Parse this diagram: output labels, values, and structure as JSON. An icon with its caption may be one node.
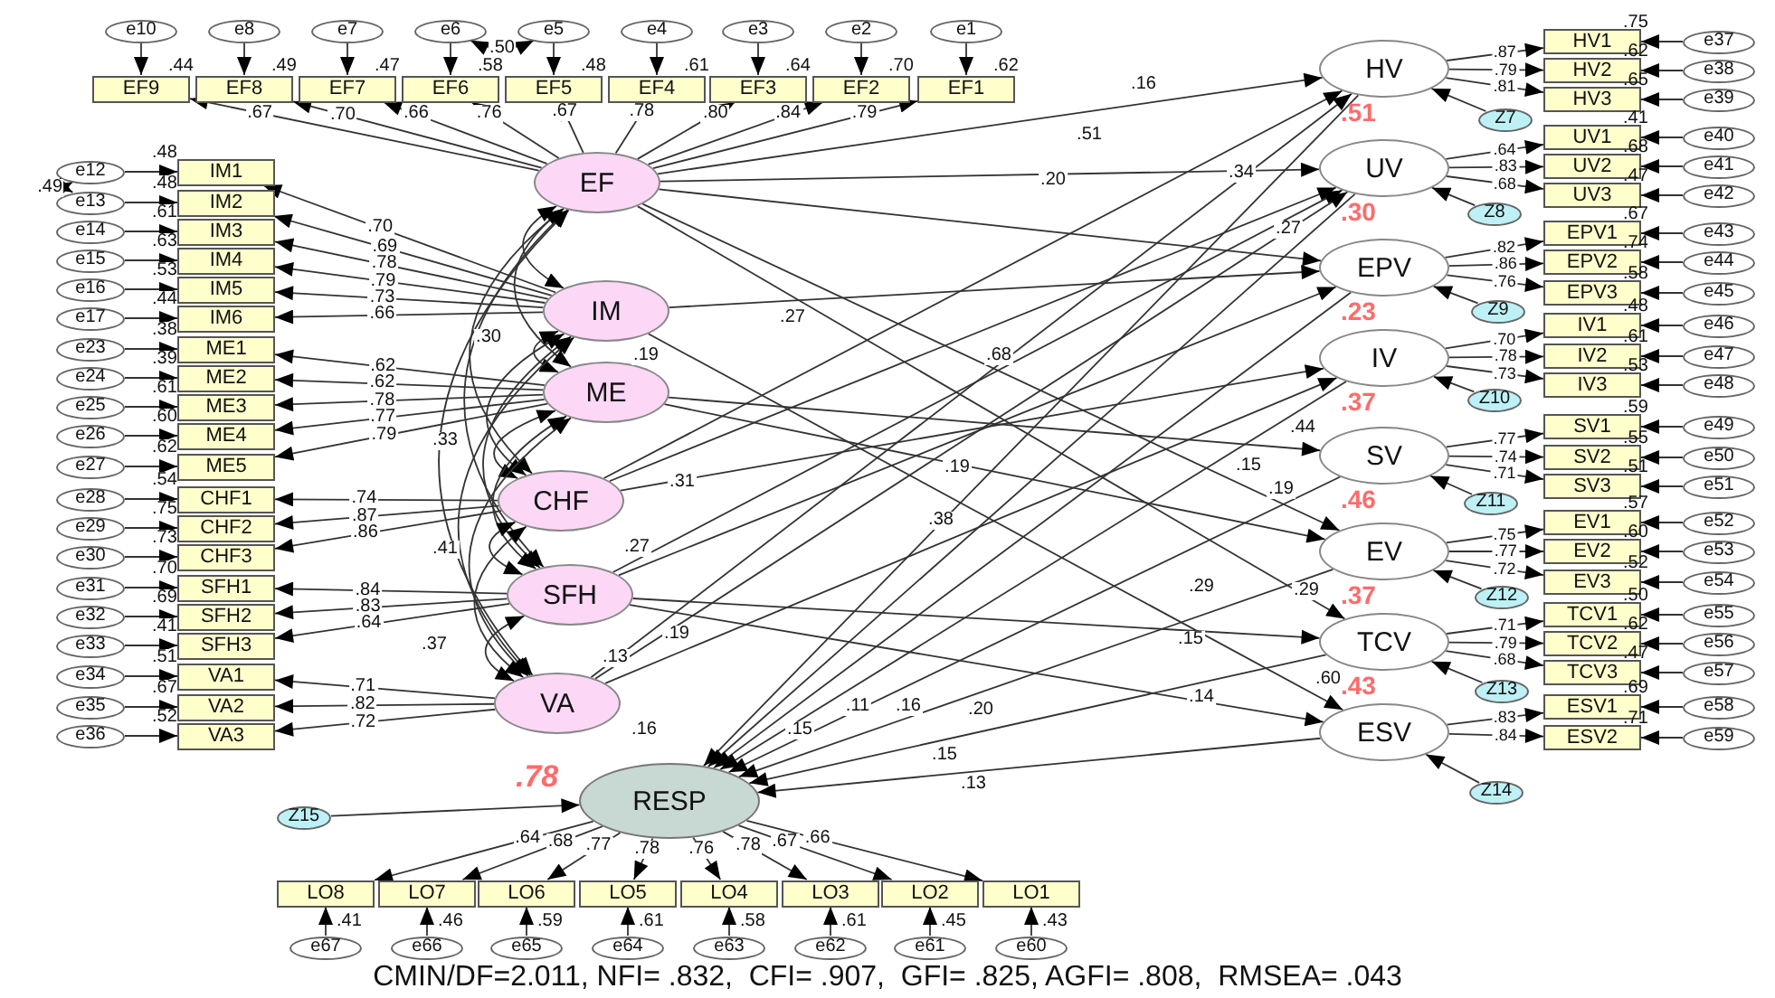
{
  "diagram": {
    "caption": "CMIN/DF=2.011, NFI= .832,  CFI= .907,  GFI= .825, AGFI= .808,  RMSEA= .043",
    "nodes": [
      {
        "text": [
          "e10"
        ]
      },
      {
        "text": [
          "e8"
        ]
      },
      {
        "text": [
          "e7"
        ]
      },
      {
        "text": [
          "e6"
        ]
      },
      {
        "text": [
          "e5"
        ]
      },
      {
        "text": [
          "e4"
        ]
      },
      {
        "text": [
          "e3"
        ]
      },
      {
        "text": [
          "e2"
        ]
      },
      {
        "text": [
          "e1"
        ]
      },
      {
        "text": [
          "EF9"
        ],
        "beside": [
          ".44"
        ]
      },
      {
        "text": [
          "EF8"
        ],
        "beside": [
          ".49"
        ]
      },
      {
        "text": [
          "EF7"
        ],
        "beside": [
          ".47"
        ]
      },
      {
        "text": [
          "EF6"
        ],
        "beside": [
          ".58"
        ]
      },
      {
        "text": [
          "EF5"
        ],
        "beside": [
          ".48"
        ]
      },
      {
        "text": [
          "EF4"
        ],
        "beside": [
          ".61"
        ]
      },
      {
        "text": [
          "EF3"
        ],
        "beside": [
          ".64"
        ]
      },
      {
        "text": [
          "EF2"
        ],
        "beside": [
          ".70"
        ]
      },
      {
        "text": [
          "EF1"
        ],
        "beside": [
          ".62"
        ]
      },
      {
        "text": [
          "IM1"
        ],
        "beside": [
          ".48"
        ]
      },
      {
        "text": [
          "IM2"
        ],
        "beside": [
          ".48"
        ]
      },
      {
        "text": [
          "IM3"
        ],
        "beside": [
          ".61"
        ]
      },
      {
        "text": [
          "IM4"
        ],
        "beside": [
          ".63"
        ]
      },
      {
        "text": [
          "IM5"
        ],
        "beside": [
          ".53"
        ]
      },
      {
        "text": [
          "IM6"
        ],
        "beside": [
          ".44"
        ]
      },
      {
        "text": [
          "ME1"
        ],
        "beside": [
          ".38"
        ]
      },
      {
        "text": [
          "ME2"
        ],
        "beside": [
          ".39"
        ]
      },
      {
        "text": [
          "ME3"
        ],
        "beside": [
          ".61"
        ]
      },
      {
        "text": [
          "ME4"
        ],
        "beside": [
          ".60"
        ]
      },
      {
        "text": [
          "ME5"
        ],
        "beside": [
          ".62"
        ]
      },
      {
        "text": [
          "CHF1"
        ],
        "beside": [
          ".54"
        ]
      },
      {
        "text": [
          "CHF2"
        ],
        "beside": [
          ".75"
        ]
      },
      {
        "text": [
          "CHF3"
        ],
        "beside": [
          ".73"
        ]
      },
      {
        "text": [
          "SFH1"
        ],
        "beside": [
          ".70"
        ]
      },
      {
        "text": [
          "SFH2"
        ],
        "beside": [
          ".69"
        ]
      },
      {
        "text": [
          "SFH3"
        ],
        "beside": [
          ".41"
        ]
      },
      {
        "text": [
          "VA1"
        ],
        "beside": [
          ".51"
        ]
      },
      {
        "text": [
          "VA2"
        ],
        "beside": [
          ".67"
        ]
      },
      {
        "text": [
          "VA3"
        ],
        "beside": [
          ".52"
        ]
      },
      {
        "text": [
          "e12"
        ]
      },
      {
        "text": [
          "e13"
        ]
      },
      {
        "text": [
          "e14"
        ]
      },
      {
        "text": [
          "e15"
        ]
      },
      {
        "text": [
          "e16"
        ]
      },
      {
        "text": [
          "e17"
        ]
      },
      {
        "text": [
          "e23"
        ]
      },
      {
        "text": [
          "e24"
        ]
      },
      {
        "text": [
          "e25"
        ]
      },
      {
        "text": [
          "e26"
        ]
      },
      {
        "text": [
          "e27"
        ]
      },
      {
        "text": [
          "e28"
        ]
      },
      {
        "text": [
          "e29"
        ]
      },
      {
        "text": [
          "e30"
        ]
      },
      {
        "text": [
          "e31"
        ]
      },
      {
        "text": [
          "e32"
        ]
      },
      {
        "text": [
          "e33"
        ]
      },
      {
        "text": [
          "e34"
        ]
      },
      {
        "text": [
          "e35"
        ]
      },
      {
        "text": [
          "e36"
        ]
      },
      {
        "text": [
          "EF"
        ]
      },
      {
        "text": [
          "IM"
        ]
      },
      {
        "text": [
          "ME"
        ]
      },
      {
        "text": [
          "CHF"
        ]
      },
      {
        "text": [
          "SFH"
        ]
      },
      {
        "text": [
          "VA"
        ]
      },
      {
        "text": [
          "HV"
        ],
        "beside": [
          ".51"
        ]
      },
      {
        "text": [
          "UV"
        ],
        "beside": [
          ".30"
        ]
      },
      {
        "text": [
          "EPV"
        ],
        "beside": [
          ".23"
        ]
      },
      {
        "text": [
          "IV"
        ],
        "beside": [
          ".37"
        ]
      },
      {
        "text": [
          "SV"
        ],
        "beside": [
          ".46"
        ]
      },
      {
        "text": [
          "EV"
        ],
        "beside": [
          ".37"
        ]
      },
      {
        "text": [
          "TCV"
        ],
        "beside": [
          ".43"
        ]
      },
      {
        "text": [
          "ESV"
        ]
      },
      {
        "text": [
          "RESP"
        ],
        "beside": [
          ".78"
        ]
      },
      {
        "text": [
          "Z7"
        ]
      },
      {
        "text": [
          "Z8"
        ]
      },
      {
        "text": [
          "Z9"
        ]
      },
      {
        "text": [
          "Z10"
        ]
      },
      {
        "text": [
          "Z11"
        ]
      },
      {
        "text": [
          "Z12"
        ]
      },
      {
        "text": [
          "Z13"
        ]
      },
      {
        "text": [
          "Z14"
        ]
      },
      {
        "text": [
          "Z15"
        ]
      },
      {
        "text": [
          "HV1"
        ],
        "beside": [
          ".75"
        ]
      },
      {
        "text": [
          "HV2"
        ],
        "beside": [
          ".62"
        ]
      },
      {
        "text": [
          "HV3"
        ],
        "beside": [
          ".65"
        ]
      },
      {
        "text": [
          "UV1"
        ],
        "beside": [
          ".41"
        ]
      },
      {
        "text": [
          "UV2"
        ],
        "beside": [
          ".68"
        ]
      },
      {
        "text": [
          "UV3"
        ],
        "beside": [
          ".47"
        ]
      },
      {
        "text": [
          "EPV1"
        ],
        "beside": [
          ".67"
        ]
      },
      {
        "text": [
          "EPV2"
        ],
        "beside": [
          ".74"
        ]
      },
      {
        "text": [
          "EPV3"
        ],
        "beside": [
          ".58"
        ]
      },
      {
        "text": [
          "IV1"
        ],
        "beside": [
          ".48"
        ]
      },
      {
        "text": [
          "IV2"
        ],
        "beside": [
          ".61"
        ]
      },
      {
        "text": [
          "IV3"
        ],
        "beside": [
          ".53"
        ]
      },
      {
        "text": [
          "SV1"
        ],
        "beside": [
          ".59"
        ]
      },
      {
        "text": [
          "SV2"
        ],
        "beside": [
          ".55"
        ]
      },
      {
        "text": [
          "SV3"
        ],
        "beside": [
          ".51"
        ]
      },
      {
        "text": [
          "EV1"
        ],
        "beside": [
          ".57"
        ]
      },
      {
        "text": [
          "EV2"
        ],
        "beside": [
          ".60"
        ]
      },
      {
        "text": [
          "EV3"
        ],
        "beside": [
          ".52"
        ]
      },
      {
        "text": [
          "TCV1"
        ],
        "beside": [
          ".50"
        ]
      },
      {
        "text": [
          "TCV2"
        ],
        "beside": [
          ".62"
        ]
      },
      {
        "text": [
          "TCV3"
        ],
        "beside": [
          ".47"
        ]
      },
      {
        "text": [
          "ESV1"
        ],
        "beside": [
          ".69"
        ]
      },
      {
        "text": [
          "ESV2"
        ],
        "beside": [
          ".71"
        ]
      },
      {
        "text": [
          "e37"
        ]
      },
      {
        "text": [
          "e38"
        ]
      },
      {
        "text": [
          "e39"
        ]
      },
      {
        "text": [
          "e40"
        ]
      },
      {
        "text": [
          "e41"
        ]
      },
      {
        "text": [
          "e42"
        ]
      },
      {
        "text": [
          "e43"
        ]
      },
      {
        "text": [
          "e44"
        ]
      },
      {
        "text": [
          "e45"
        ]
      },
      {
        "text": [
          "e46"
        ]
      },
      {
        "text": [
          "e47"
        ]
      },
      {
        "text": [
          "e48"
        ]
      },
      {
        "text": [
          "e49"
        ]
      },
      {
        "text": [
          "e50"
        ]
      },
      {
        "text": [
          "e51"
        ]
      },
      {
        "text": [
          "e52"
        ]
      },
      {
        "text": [
          "e53"
        ]
      },
      {
        "text": [
          "e54"
        ]
      },
      {
        "text": [
          "e55"
        ]
      },
      {
        "text": [
          "e56"
        ]
      },
      {
        "text": [
          "e57"
        ]
      },
      {
        "text": [
          "e58"
        ]
      },
      {
        "text": [
          "e59"
        ]
      },
      {
        "text": [
          "LO8"
        ],
        "beside": [
          ".41"
        ]
      },
      {
        "text": [
          "LO7"
        ],
        "beside": [
          ".46"
        ]
      },
      {
        "text": [
          "LO6"
        ],
        "beside": [
          ".59"
        ]
      },
      {
        "text": [
          "LO5"
        ],
        "beside": [
          ".61"
        ]
      },
      {
        "text": [
          "LO4"
        ],
        "beside": [
          ".58"
        ]
      },
      {
        "text": [
          "LO3"
        ],
        "beside": [
          ".61"
        ]
      },
      {
        "text": [
          "LO2"
        ],
        "beside": [
          ".45"
        ]
      },
      {
        "text": [
          "LO1"
        ],
        "beside": [
          ".43"
        ]
      },
      {
        "text": [
          "e67"
        ]
      },
      {
        "text": [
          "e66"
        ]
      },
      {
        "text": [
          "e65"
        ]
      },
      {
        "text": [
          "e64"
        ]
      },
      {
        "text": [
          "e63"
        ]
      },
      {
        "text": [
          "e62"
        ]
      },
      {
        "text": [
          "e61"
        ]
      },
      {
        "text": [
          "e60"
        ]
      }
    ],
    "edges": [
      {
        "from": 0,
        "to": 9,
        "arrow": "to"
      },
      {
        "from": 1,
        "to": 10,
        "arrow": "to"
      },
      {
        "from": 2,
        "to": 11,
        "arrow": "to"
      },
      {
        "from": 3,
        "to": 12,
        "arrow": "to"
      },
      {
        "from": 4,
        "to": 13,
        "arrow": "to"
      },
      {
        "from": 5,
        "to": 14,
        "arrow": "to"
      },
      {
        "from": 6,
        "to": 15,
        "arrow": "to"
      },
      {
        "from": 7,
        "to": 16,
        "arrow": "to"
      },
      {
        "from": 8,
        "to": 17,
        "arrow": "to"
      },
      {
        "from": 38,
        "to": 18,
        "arrow": "to"
      },
      {
        "from": 39,
        "to": 19,
        "arrow": "to"
      },
      {
        "from": 40,
        "to": 20,
        "arrow": "to"
      },
      {
        "from": 41,
        "to": 21,
        "arrow": "to"
      },
      {
        "from": 42,
        "to": 22,
        "arrow": "to"
      },
      {
        "from": 43,
        "to": 23,
        "arrow": "to"
      },
      {
        "from": 44,
        "to": 24,
        "arrow": "to"
      },
      {
        "from": 45,
        "to": 25,
        "arrow": "to"
      },
      {
        "from": 46,
        "to": 26,
        "arrow": "to"
      },
      {
        "from": 47,
        "to": 27,
        "arrow": "to"
      },
      {
        "from": 48,
        "to": 28,
        "arrow": "to"
      },
      {
        "from": 49,
        "to": 29,
        "arrow": "to"
      },
      {
        "from": 50,
        "to": 30,
        "arrow": "to"
      },
      {
        "from": 51,
        "to": 31,
        "arrow": "to"
      },
      {
        "from": 52,
        "to": 32,
        "arrow": "to"
      },
      {
        "from": 53,
        "to": 33,
        "arrow": "to"
      },
      {
        "from": 54,
        "to": 34,
        "arrow": "to"
      },
      {
        "from": 55,
        "to": 35,
        "arrow": "to"
      },
      {
        "from": 56,
        "to": 36,
        "arrow": "to"
      },
      {
        "from": 57,
        "to": 37,
        "arrow": "to"
      },
      {
        "from": 105,
        "to": 82,
        "arrow": "to"
      },
      {
        "from": 106,
        "to": 83,
        "arrow": "to"
      },
      {
        "from": 107,
        "to": 84,
        "arrow": "to"
      },
      {
        "from": 108,
        "to": 85,
        "arrow": "to"
      },
      {
        "from": 109,
        "to": 86,
        "arrow": "to"
      },
      {
        "from": 110,
        "to": 87,
        "arrow": "to"
      },
      {
        "from": 111,
        "to": 88,
        "arrow": "to"
      },
      {
        "from": 112,
        "to": 89,
        "arrow": "to"
      },
      {
        "from": 113,
        "to": 90,
        "arrow": "to"
      },
      {
        "from": 114,
        "to": 91,
        "arrow": "to"
      },
      {
        "from": 115,
        "to": 92,
        "arrow": "to"
      },
      {
        "from": 116,
        "to": 93,
        "arrow": "to"
      },
      {
        "from": 117,
        "to": 94,
        "arrow": "to"
      },
      {
        "from": 118,
        "to": 95,
        "arrow": "to"
      },
      {
        "from": 119,
        "to": 96,
        "arrow": "to"
      },
      {
        "from": 120,
        "to": 97,
        "arrow": "to"
      },
      {
        "from": 121,
        "to": 98,
        "arrow": "to"
      },
      {
        "from": 122,
        "to": 99,
        "arrow": "to"
      },
      {
        "from": 123,
        "to": 100,
        "arrow": "to"
      },
      {
        "from": 124,
        "to": 101,
        "arrow": "to"
      },
      {
        "from": 125,
        "to": 102,
        "arrow": "to"
      },
      {
        "from": 126,
        "to": 103,
        "arrow": "to"
      },
      {
        "from": 127,
        "to": 104,
        "arrow": "to"
      },
      {
        "from": 136,
        "to": 128,
        "arrow": "to"
      },
      {
        "from": 137,
        "to": 129,
        "arrow": "to"
      },
      {
        "from": 138,
        "to": 130,
        "arrow": "to"
      },
      {
        "from": 139,
        "to": 131,
        "arrow": "to"
      },
      {
        "from": 140,
        "to": 132,
        "arrow": "to"
      },
      {
        "from": 141,
        "to": 133,
        "arrow": "to"
      },
      {
        "from": 142,
        "to": 134,
        "arrow": "to"
      },
      {
        "from": 143,
        "to": 135,
        "arrow": "to"
      },
      {
        "from": 58,
        "to": 9,
        "arrow": "to",
        "label": ".67"
      },
      {
        "from": 58,
        "to": 10,
        "arrow": "to",
        "label": ".70"
      },
      {
        "from": 58,
        "to": 11,
        "arrow": "to",
        "label": ".66"
      },
      {
        "from": 58,
        "to": 12,
        "arrow": "to",
        "label": ".76"
      },
      {
        "from": 58,
        "to": 13,
        "arrow": "to",
        "label": ".67"
      },
      {
        "from": 58,
        "to": 14,
        "arrow": "to",
        "label": ".78"
      },
      {
        "from": 58,
        "to": 15,
        "arrow": "to",
        "label": ".80"
      },
      {
        "from": 58,
        "to": 16,
        "arrow": "to",
        "label": ".84"
      },
      {
        "from": 58,
        "to": 17,
        "arrow": "to",
        "label": ".79"
      },
      {
        "from": 59,
        "to": 18,
        "arrow": "to",
        "label": ".70"
      },
      {
        "from": 59,
        "to": 19,
        "arrow": "to",
        "label": ".69"
      },
      {
        "from": 59,
        "to": 20,
        "arrow": "to",
        "label": ".78"
      },
      {
        "from": 59,
        "to": 21,
        "arrow": "to",
        "label": ".79"
      },
      {
        "from": 59,
        "to": 22,
        "arrow": "to",
        "label": ".73"
      },
      {
        "from": 59,
        "to": 23,
        "arrow": "to",
        "label": ".66"
      },
      {
        "from": 60,
        "to": 24,
        "arrow": "to",
        "label": ".62"
      },
      {
        "from": 60,
        "to": 25,
        "arrow": "to",
        "label": ".62"
      },
      {
        "from": 60,
        "to": 26,
        "arrow": "to",
        "label": ".78"
      },
      {
        "from": 60,
        "to": 27,
        "arrow": "to",
        "label": ".77"
      },
      {
        "from": 60,
        "to": 28,
        "arrow": "to",
        "label": ".79"
      },
      {
        "from": 61,
        "to": 29,
        "arrow": "to",
        "label": ".74"
      },
      {
        "from": 61,
        "to": 30,
        "arrow": "to",
        "label": ".87"
      },
      {
        "from": 61,
        "to": 31,
        "arrow": "to",
        "label": ".86"
      },
      {
        "from": 62,
        "to": 32,
        "arrow": "to",
        "label": ".84"
      },
      {
        "from": 62,
        "to": 33,
        "arrow": "to",
        "label": ".83"
      },
      {
        "from": 62,
        "to": 34,
        "arrow": "to",
        "label": ".64"
      },
      {
        "from": 63,
        "to": 35,
        "arrow": "to",
        "label": ".71"
      },
      {
        "from": 63,
        "to": 36,
        "arrow": "to",
        "label": ".82"
      },
      {
        "from": 63,
        "to": 37,
        "arrow": "to",
        "label": ".72"
      },
      {
        "from": 64,
        "to": 82,
        "arrow": "to",
        "label": ".87"
      },
      {
        "from": 64,
        "to": 83,
        "arrow": "to",
        "label": ".79"
      },
      {
        "from": 64,
        "to": 84,
        "arrow": "to",
        "label": ".81"
      },
      {
        "from": 65,
        "to": 85,
        "arrow": "to",
        "label": ".64"
      },
      {
        "from": 65,
        "to": 86,
        "arrow": "to",
        "label": ".83"
      },
      {
        "from": 65,
        "to": 87,
        "arrow": "to",
        "label": ".68"
      },
      {
        "from": 66,
        "to": 88,
        "arrow": "to",
        "label": ".82"
      },
      {
        "from": 66,
        "to": 89,
        "arrow": "to",
        "label": ".86"
      },
      {
        "from": 66,
        "to": 90,
        "arrow": "to",
        "label": ".76"
      },
      {
        "from": 67,
        "to": 91,
        "arrow": "to",
        "label": ".70"
      },
      {
        "from": 67,
        "to": 92,
        "arrow": "to",
        "label": ".78"
      },
      {
        "from": 67,
        "to": 93,
        "arrow": "to",
        "label": ".73"
      },
      {
        "from": 68,
        "to": 94,
        "arrow": "to",
        "label": ".77"
      },
      {
        "from": 68,
        "to": 95,
        "arrow": "to",
        "label": ".74"
      },
      {
        "from": 68,
        "to": 96,
        "arrow": "to",
        "label": ".71"
      },
      {
        "from": 69,
        "to": 97,
        "arrow": "to",
        "label": ".75"
      },
      {
        "from": 69,
        "to": 98,
        "arrow": "to",
        "label": ".77"
      },
      {
        "from": 69,
        "to": 99,
        "arrow": "to",
        "label": ".72"
      },
      {
        "from": 70,
        "to": 100,
        "arrow": "to",
        "label": ".71"
      },
      {
        "from": 70,
        "to": 101,
        "arrow": "to",
        "label": ".79"
      },
      {
        "from": 70,
        "to": 102,
        "arrow": "to",
        "label": ".68"
      },
      {
        "from": 71,
        "to": 103,
        "arrow": "to",
        "label": ".83"
      },
      {
        "from": 71,
        "to": 104,
        "arrow": "to",
        "label": ".84"
      },
      {
        "from": 72,
        "to": 128,
        "arrow": "to",
        "label": ".64"
      },
      {
        "from": 72,
        "to": 129,
        "arrow": "to",
        "label": ".68"
      },
      {
        "from": 72,
        "to": 130,
        "arrow": "to",
        "label": ".77"
      },
      {
        "from": 72,
        "to": 131,
        "arrow": "to",
        "label": ".78"
      },
      {
        "from": 72,
        "to": 132,
        "arrow": "to",
        "label": ".76"
      },
      {
        "from": 72,
        "to": 133,
        "arrow": "to",
        "label": ".78"
      },
      {
        "from": 72,
        "to": 134,
        "arrow": "to",
        "label": ".67"
      },
      {
        "from": 72,
        "to": 135,
        "arrow": "to",
        "label": ".66"
      },
      {
        "from": 73,
        "to": 64,
        "arrow": "to"
      },
      {
        "from": 74,
        "to": 65,
        "arrow": "to"
      },
      {
        "from": 75,
        "to": 66,
        "arrow": "to"
      },
      {
        "from": 76,
        "to": 67,
        "arrow": "to"
      },
      {
        "from": 77,
        "to": 68,
        "arrow": "to"
      },
      {
        "from": 78,
        "to": 69,
        "arrow": "to"
      },
      {
        "from": 79,
        "to": 70,
        "arrow": "to"
      },
      {
        "from": 80,
        "to": 71,
        "arrow": "to"
      },
      {
        "from": 81,
        "to": 72,
        "arrow": "to"
      },
      {
        "from": 3,
        "to": 4,
        "arrow": "both",
        "label": ".50"
      },
      {
        "from": 38,
        "to": 39,
        "arrow": "both",
        "label": ".49"
      },
      {
        "from": 58,
        "to": 59,
        "arrow": "both"
      },
      {
        "from": 58,
        "to": 60,
        "arrow": "both"
      },
      {
        "from": 58,
        "to": 61,
        "arrow": "both"
      },
      {
        "from": 58,
        "to": 62,
        "arrow": "both"
      },
      {
        "from": 58,
        "to": 63,
        "arrow": "both"
      },
      {
        "from": 59,
        "to": 60,
        "arrow": "both"
      },
      {
        "from": 59,
        "to": 61,
        "arrow": "both"
      },
      {
        "from": 59,
        "to": 62,
        "arrow": "both"
      },
      {
        "from": 59,
        "to": 63,
        "arrow": "both"
      },
      {
        "from": 60,
        "to": 61,
        "arrow": "both"
      },
      {
        "from": 60,
        "to": 62,
        "arrow": "both"
      },
      {
        "from": 60,
        "to": 63,
        "arrow": "both"
      },
      {
        "from": 61,
        "to": 62,
        "arrow": "both"
      },
      {
        "from": 61,
        "to": 63,
        "arrow": "both"
      },
      {
        "from": 62,
        "to": 63,
        "arrow": "both"
      },
      {
        "from": 58,
        "to": 64,
        "arrow": "to"
      },
      {
        "from": 58,
        "to": 65,
        "arrow": "to"
      },
      {
        "from": 58,
        "to": 66,
        "arrow": "to"
      },
      {
        "from": 58,
        "to": 69,
        "arrow": "to"
      },
      {
        "from": 58,
        "to": 70,
        "arrow": "to"
      },
      {
        "from": 59,
        "to": 66,
        "arrow": "to"
      },
      {
        "from": 59,
        "to": 71,
        "arrow": "to"
      },
      {
        "from": 60,
        "to": 68,
        "arrow": "to"
      },
      {
        "from": 60,
        "to": 69,
        "arrow": "to"
      },
      {
        "from": 61,
        "to": 64,
        "arrow": "to"
      },
      {
        "from": 61,
        "to": 65,
        "arrow": "to"
      },
      {
        "from": 61,
        "to": 67,
        "arrow": "to"
      },
      {
        "from": 62,
        "to": 65,
        "arrow": "to"
      },
      {
        "from": 62,
        "to": 66,
        "arrow": "to"
      },
      {
        "from": 62,
        "to": 70,
        "arrow": "to"
      },
      {
        "from": 62,
        "to": 71,
        "arrow": "to"
      },
      {
        "from": 63,
        "to": 64,
        "arrow": "to"
      },
      {
        "from": 63,
        "to": 65,
        "arrow": "to"
      },
      {
        "from": 63,
        "to": 67,
        "arrow": "to"
      },
      {
        "from": 64,
        "to": 72,
        "arrow": "to"
      },
      {
        "from": 65,
        "to": 72,
        "arrow": "to"
      },
      {
        "from": 66,
        "to": 72,
        "arrow": "to"
      },
      {
        "from": 67,
        "to": 72,
        "arrow": "to"
      },
      {
        "from": 68,
        "to": 72,
        "arrow": "to"
      },
      {
        "from": 69,
        "to": 72,
        "arrow": "to"
      },
      {
        "from": 70,
        "to": 72,
        "arrow": "to"
      },
      {
        "from": 71,
        "to": 72,
        "arrow": "to"
      }
    ],
    "labels": [
      ".16",
      ".51",
      ".20",
      ".34",
      ".27",
      ".27",
      ".19",
      ".68",
      ".30",
      ".33",
      ".44",
      ".19",
      ".15",
      ".19",
      ".31",
      ".38",
      ".41",
      ".27",
      ".29",
      ".29",
      ".19",
      ".15",
      ".37",
      ".13",
      ".60",
      ".14",
      ".16",
      ".15",
      ".11",
      ".16",
      ".20",
      ".15",
      ".13"
    ]
  }
}
